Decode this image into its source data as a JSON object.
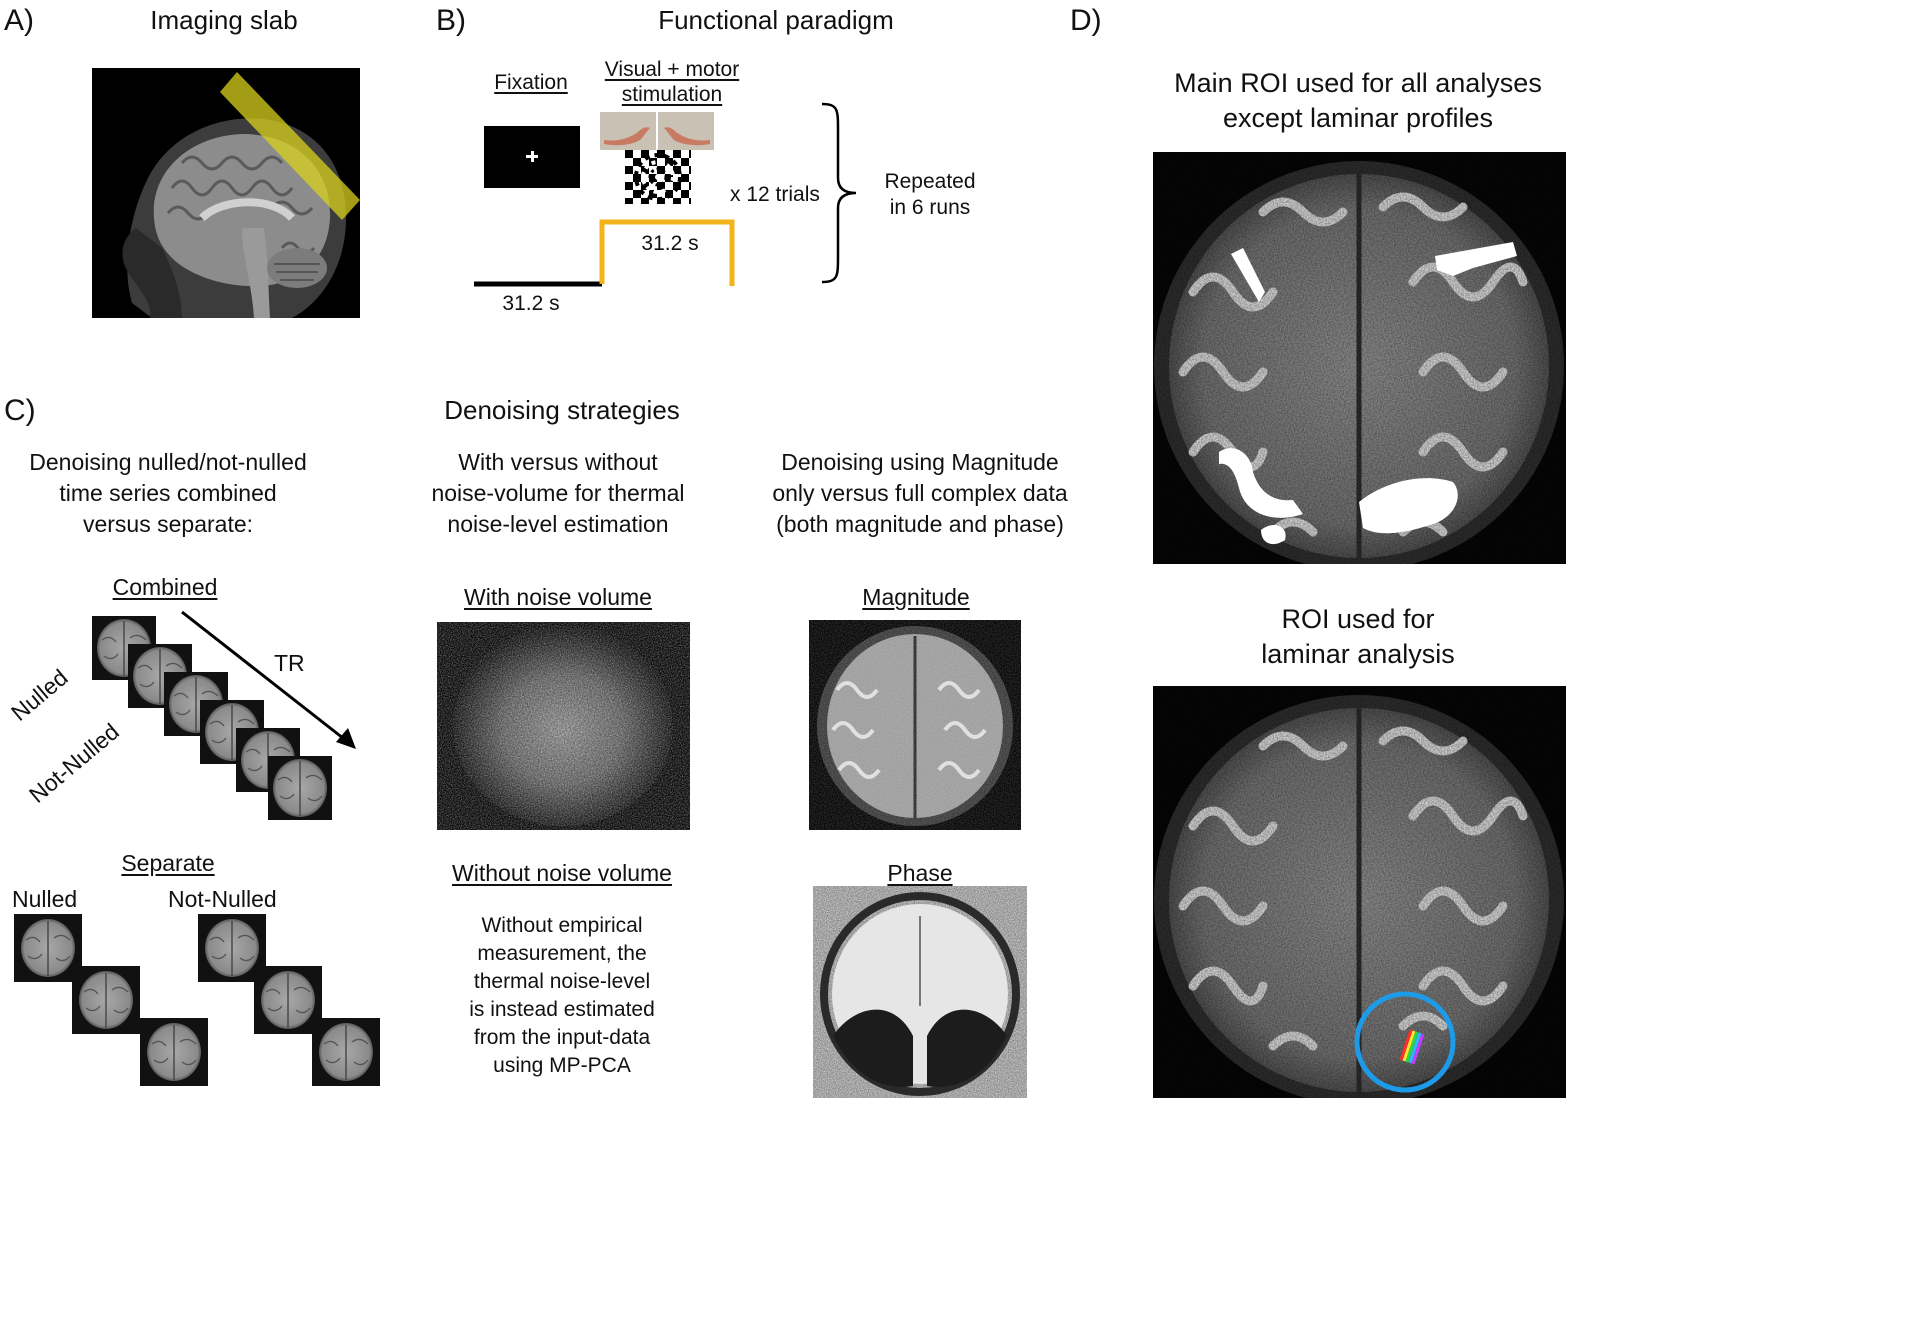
{
  "panel_a": {
    "letter": "A)",
    "title": "Imaging slab"
  },
  "panel_b": {
    "letter": "B)",
    "title": "Functional paradigm",
    "fixation_label": "Fixation",
    "stimulation_label_line1": "Visual + motor",
    "stimulation_label_line2": "stimulation",
    "trials_label": "x 12 trials",
    "repeat_line1": "Repeated",
    "repeat_line2": "in 6 runs",
    "duration_baseline": "31.2 s",
    "duration_stim": "31.2 s",
    "colors": {
      "stim": "#f2b31b",
      "baseline": "#000000"
    }
  },
  "panel_c": {
    "letter": "C)",
    "title": "Denoising strategies",
    "col1_line1": "Denoising nulled/not-nulled",
    "col1_line2": "time series combined",
    "col1_line3": "versus separate:",
    "col2_line1": "With versus without",
    "col2_line2": "noise-volume for thermal",
    "col2_line3": "noise-level estimation",
    "col3_line1": "Denoising using Magnitude",
    "col3_line2": "only versus full complex data",
    "col3_line3": "(both magnitude and phase)",
    "combined_label": "Combined",
    "tr_label": "TR",
    "nulled_rot": "Nulled",
    "not_nulled_rot": "Not-Nulled",
    "separate_label": "Separate",
    "nulled_label": "Nulled",
    "not_nulled_label": "Not-Nulled",
    "with_noise_label": "With noise volume",
    "without_noise_label": "Without noise volume",
    "without_desc_line1": "Without empirical",
    "without_desc_line2": "measurement, the",
    "without_desc_line3": "thermal noise-level",
    "without_desc_line4": "is instead estimated",
    "without_desc_line5": "from the input-data",
    "without_desc_line6": "using MP-PCA",
    "magnitude_label": "Magnitude",
    "phase_label": "Phase"
  },
  "panel_d": {
    "letter": "D)",
    "roi_main_line1": "Main ROI used for all analyses",
    "roi_main_line2": "except laminar profiles",
    "roi_lam_line1": "ROI used for",
    "roi_lam_line2": "laminar analysis",
    "colors": {
      "highlight": "#1e9be8",
      "roi": "#ffffff"
    }
  }
}
